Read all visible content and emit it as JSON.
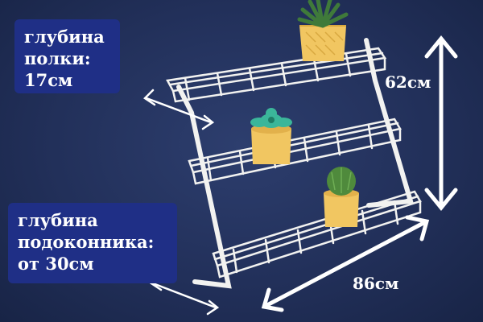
{
  "labels": {
    "shelf_depth": [
      "глубина",
      "полки:",
      "17см"
    ],
    "sill_depth": [
      "глубина",
      "подоконника:",
      "от 30см"
    ]
  },
  "dimensions": {
    "height": "62см",
    "width": "86см"
  },
  "colors": {
    "background": "#22305a",
    "label_box": "#1f2f86",
    "rack": "#f2f2f0",
    "pot": "#f1c661"
  },
  "objects": [
    "wire-shelf-rack",
    "succulent-pot-top",
    "succulent-pot-middle",
    "cactus-pot-bottom",
    "height-arrow",
    "width-arrow",
    "shelf-depth-arrow",
    "sill-depth-arrow"
  ]
}
